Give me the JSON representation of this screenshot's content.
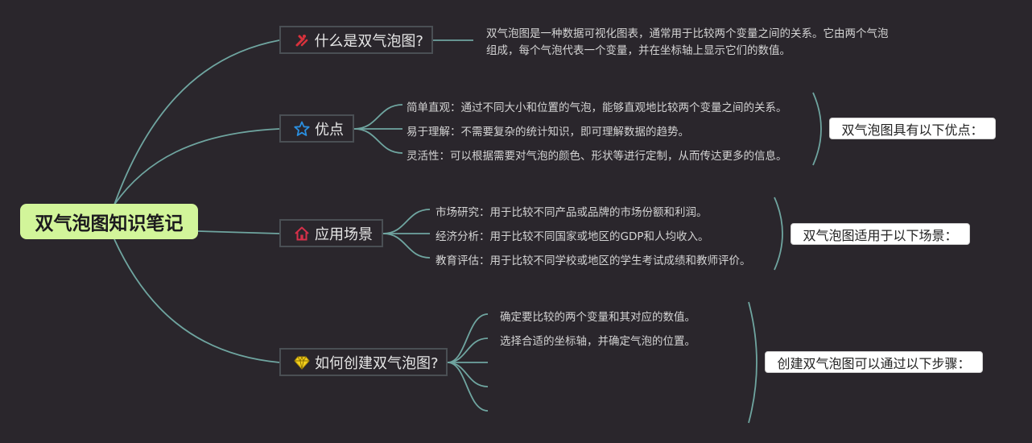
{
  "root": {
    "title": "双气泡图知识笔记"
  },
  "branches": [
    {
      "label": "什么是双气泡图?",
      "icon": "tools-icon",
      "children": [
        "双气泡图是一种数据可视化图表，通常用于比较两个变量之间的关系。它由两个气泡组成，每个气泡代表一个变量，并在坐标轴上显示它们的数值。"
      ]
    },
    {
      "label": "优点",
      "icon": "star-icon",
      "children": [
        "简单直观：通过不同大小和位置的气泡，能够直观地比较两个变量之间的关系。",
        "易于理解：不需要复杂的统计知识，即可理解数据的趋势。",
        "灵活性：可以根据需要对气泡的颜色、形状等进行定制，从而传达更多的信息。"
      ],
      "summary": "双气泡图具有以下优点："
    },
    {
      "label": "应用场景",
      "icon": "home-icon",
      "children": [
        "市场研究：用于比较不同产品或品牌的市场份额和利润。",
        "经济分析：用于比较不同国家或地区的GDP和人均收入。",
        "教育评估：用于比较不同学校或地区的学生考试成绩和教师评价。"
      ],
      "summary": "双气泡图适用于以下场景："
    },
    {
      "label": "如何创建双气泡图?",
      "icon": "diamond-icon",
      "children": [
        "确定要比较的两个变量和其对应的数值。",
        "选择合适的坐标轴，并确定气泡的位置。"
      ],
      "summary": "创建双气泡图可以通过以下步骤："
    }
  ],
  "colors": {
    "background": "#2a262c",
    "root": "#d2f59a",
    "connector": "#6fa5a0",
    "tools_icon": "#d8323c",
    "star_icon": "#2a8fe0",
    "home_icon": "#d6304a",
    "diamond_icon": "#f2cf1d"
  }
}
